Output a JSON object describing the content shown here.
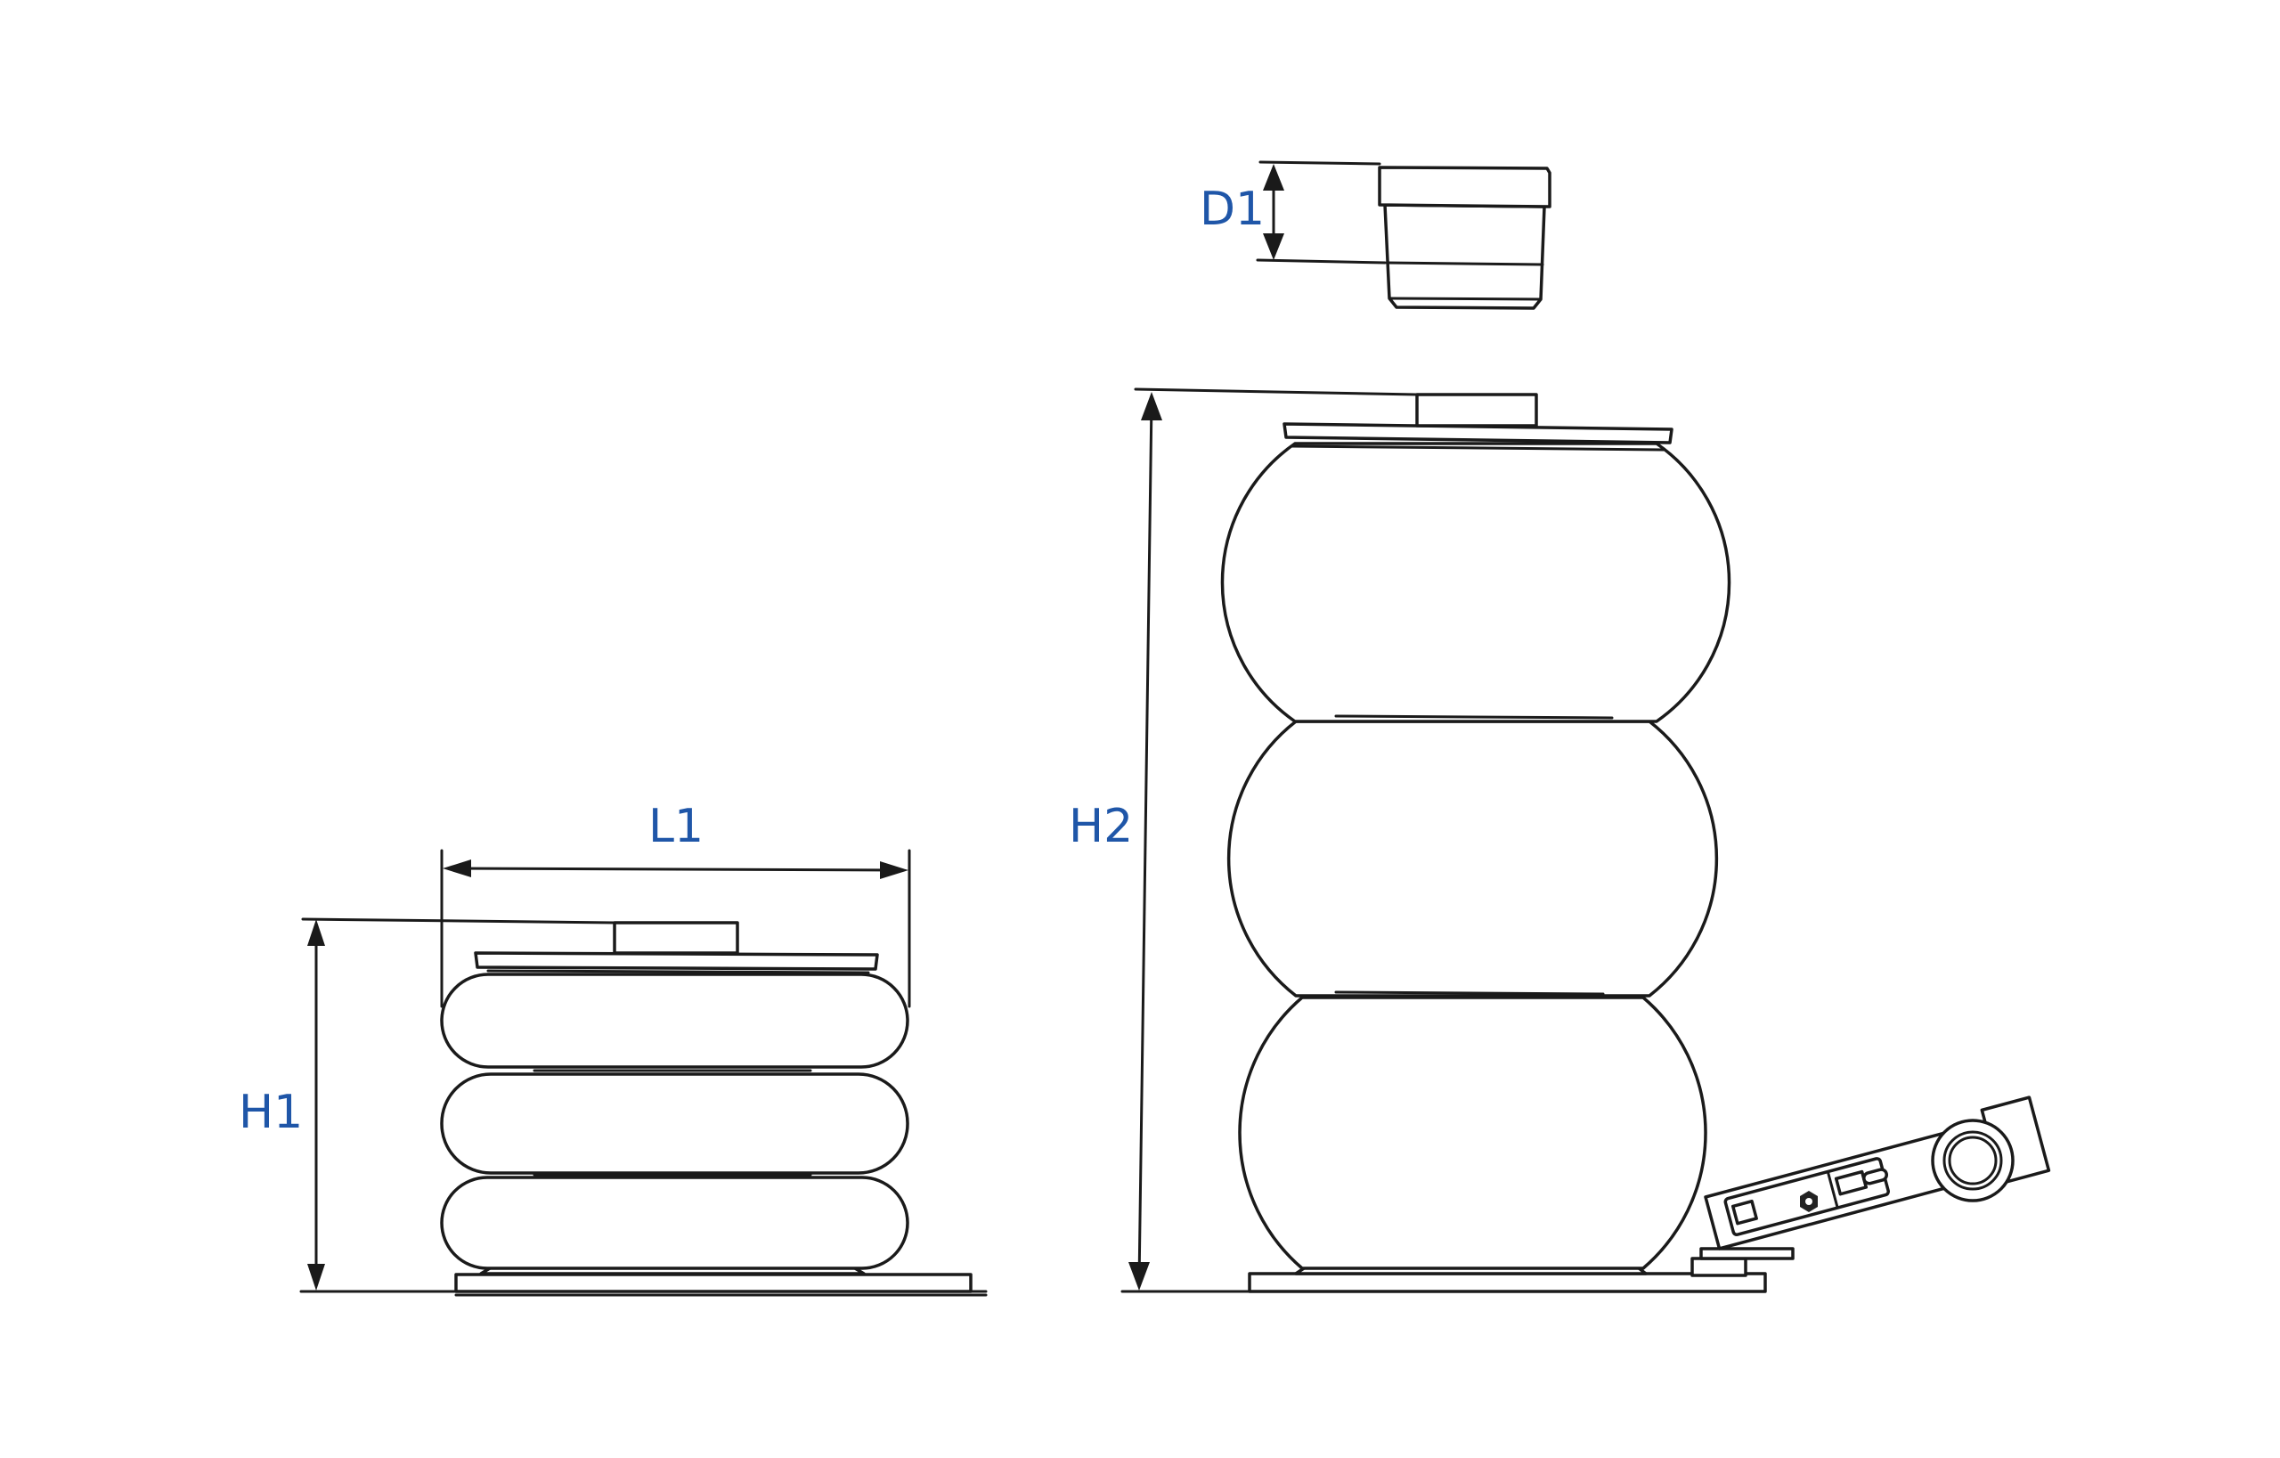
{
  "labels": {
    "l1": "L1",
    "h1": "H1",
    "h2": "H2",
    "d1": "D1"
  },
  "colors": {
    "label": "#1f56a8",
    "line": "#1a1a1a"
  }
}
